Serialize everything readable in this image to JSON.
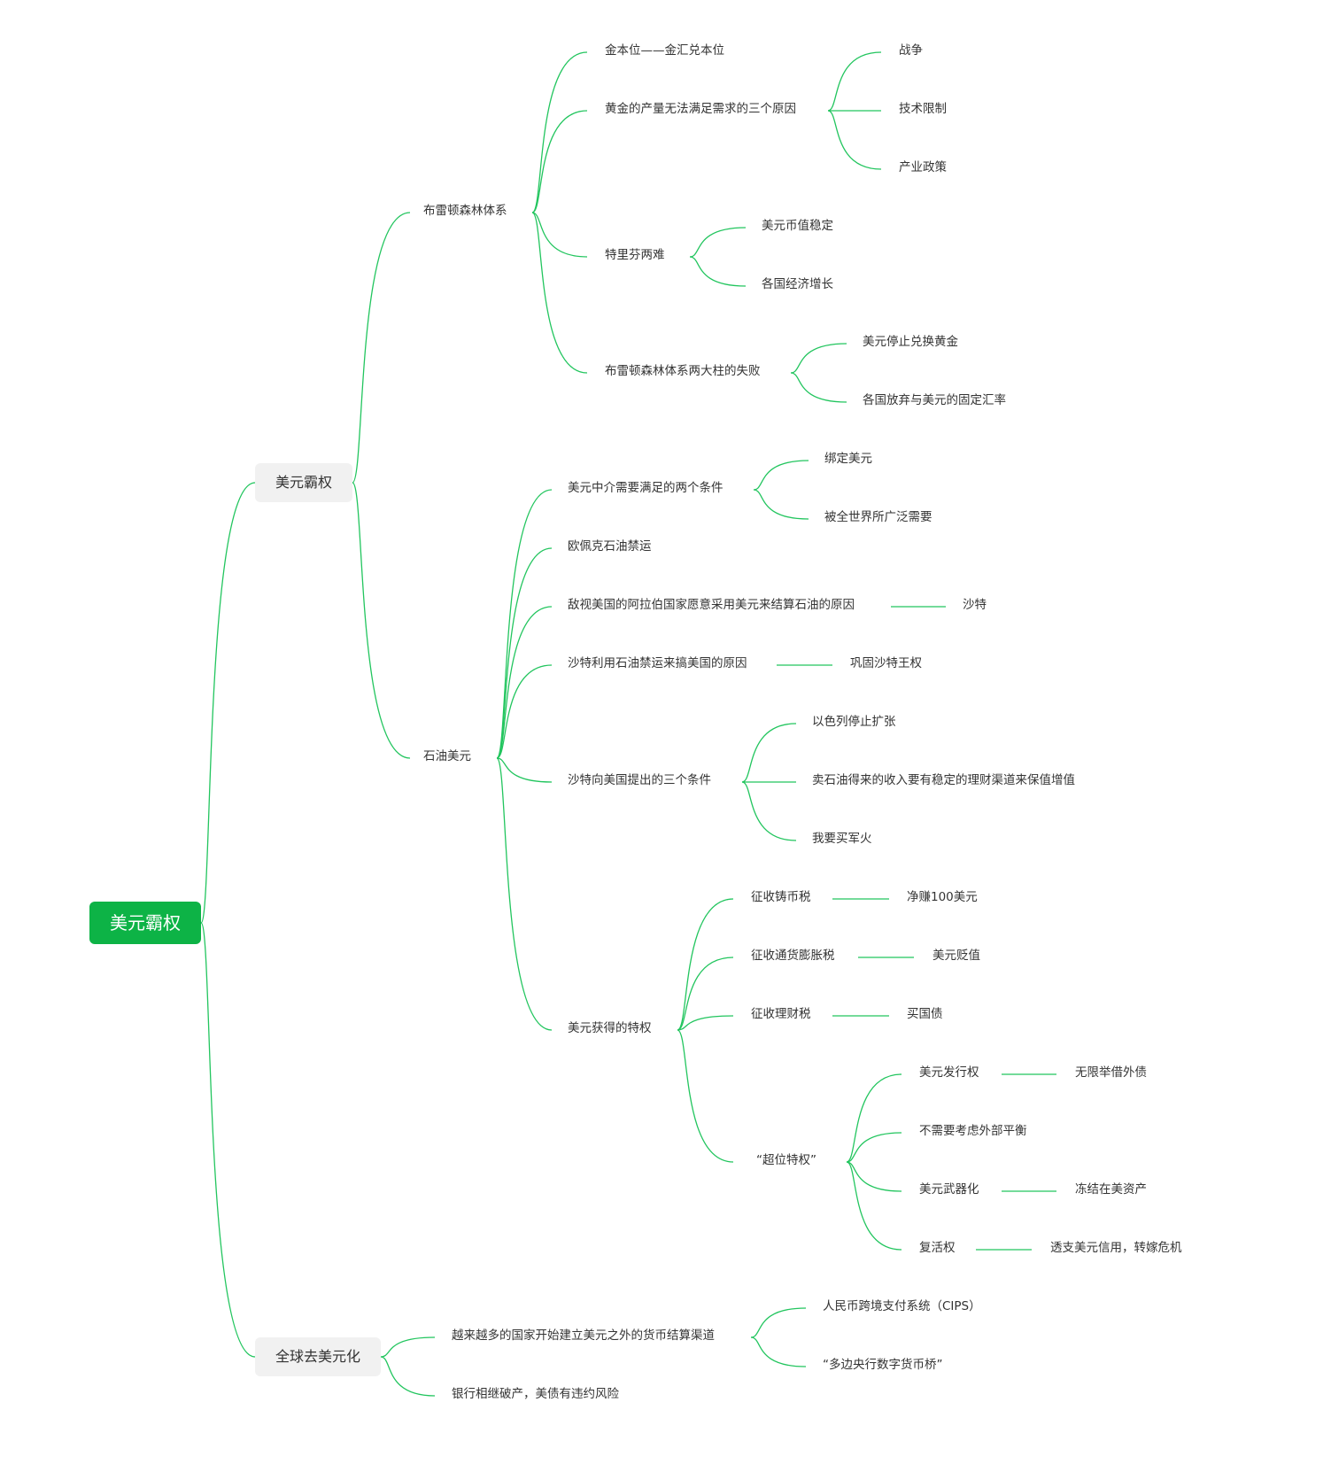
{
  "root": "美元霸权",
  "b1": {
    "label": "美元霸权",
    "bw": {
      "label": "布雷顿森林体系",
      "gold": "金本位——金汇兑本位",
      "reasons": {
        "label": "黄金的产量无法满足需求的三个原因",
        "war": "战争",
        "tech": "技术限制",
        "policy": "产业政策"
      },
      "triffin": {
        "label": "特里芬两难",
        "stable": "美元币值稳定",
        "growth": "各国经济增长"
      },
      "pillars": {
        "label": "布雷顿森林体系两大柱的失败",
        "stop": "美元停止兑换黄金",
        "abandon": "各国放弃与美元的固定汇率"
      }
    },
    "petro": {
      "label": "石油美元",
      "cond": {
        "label": "美元中介需要满足的两个条件",
        "bind": "绑定美元",
        "need": "被全世界所广泛需要"
      },
      "opec": "欧佩克石油禁运",
      "arab": {
        "label": "敌视美国的阿拉伯国家愿意采用美元来结算石油的原因",
        "saudi": "沙特"
      },
      "embargo": {
        "label": "沙特利用石油禁运来搞美国的原因",
        "power": "巩固沙特王权"
      },
      "three": {
        "label": "沙特向美国提出的三个条件",
        "israel": "以色列停止扩张",
        "oil": "卖石油得来的收入要有稳定的理财渠道来保值增值",
        "arms": "我要买军火"
      },
      "priv": {
        "label": "美元获得的特权",
        "seign": {
          "label": "征收铸币税",
          "val": "净赚100美元"
        },
        "infl": {
          "label": "征收通货膨胀税",
          "val": "美元贬值"
        },
        "fin": {
          "label": "征收理财税",
          "val": "买国债"
        },
        "super": {
          "label": "“超位特权”",
          "issue": {
            "label": "美元发行权",
            "val": "无限举借外债"
          },
          "balance": "不需要考虑外部平衡",
          "weapon": {
            "label": "美元武器化",
            "val": "冻结在美资产"
          },
          "revive": {
            "label": "复活权",
            "val": "透支美元信用，转嫁危机"
          }
        }
      }
    }
  },
  "b2": {
    "label": "全球去美元化",
    "channels": {
      "label": "越来越多的国家开始建立美元之外的货币结算渠道",
      "cips": "人民币跨境支付系统（CIPS）",
      "bridge": "“多边央行数字货币桥”"
    },
    "banks": "银行相继破产，美债有违约风险"
  }
}
